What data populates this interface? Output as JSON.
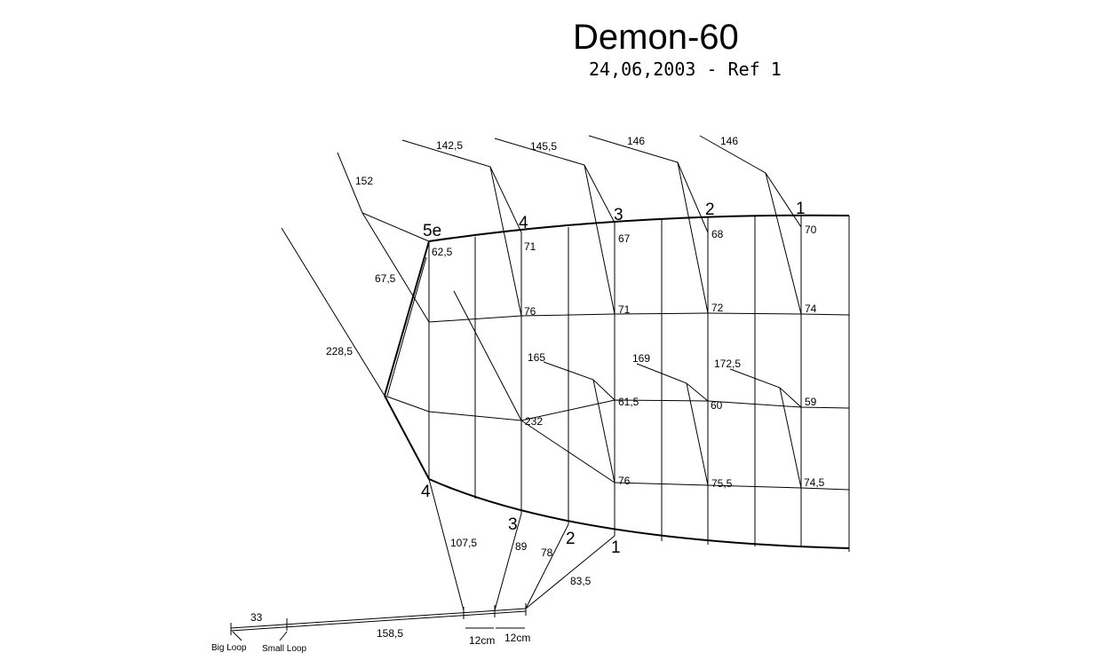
{
  "title": "Demon-60",
  "subtitle": "24,06,2003   -   Ref 1",
  "rib_labels": {
    "top_5e": "5e",
    "top_4": "4",
    "top_3": "3",
    "top_2": "2",
    "top_1": "1",
    "bot_4": "4",
    "bot_3": "3",
    "bot_2": "2",
    "bot_1": "1"
  },
  "lines_upper": {
    "l152": "152",
    "l142": "142,5",
    "l145": "145,5",
    "l146a": "146",
    "l146b": "146"
  },
  "attach_a": {
    "a625": "62,5",
    "a71": "71",
    "a67": "67",
    "a68": "68",
    "a70": "70"
  },
  "attach_b": {
    "a675": "67,5",
    "b76": "76",
    "b71": "71",
    "b72": "72",
    "b74": "74"
  },
  "attach_c": {
    "a2285": "228,5",
    "c232": "232",
    "c165": "165",
    "c615": "61,5",
    "c169": "169",
    "c60": "60",
    "c1725": "172,5",
    "c59": "59"
  },
  "attach_d": {
    "d76": "76",
    "d755": "75,5",
    "d745": "74,5"
  },
  "lower_lines": {
    "l1075": "107,5",
    "l89": "89",
    "l78": "78",
    "l835": "83,5"
  },
  "risers": {
    "r33": "33",
    "r1585": "158,5",
    "r12a": "12cm",
    "r12b": "12cm",
    "big_loop": "Big Loop",
    "small_loop": "Small Loop"
  }
}
